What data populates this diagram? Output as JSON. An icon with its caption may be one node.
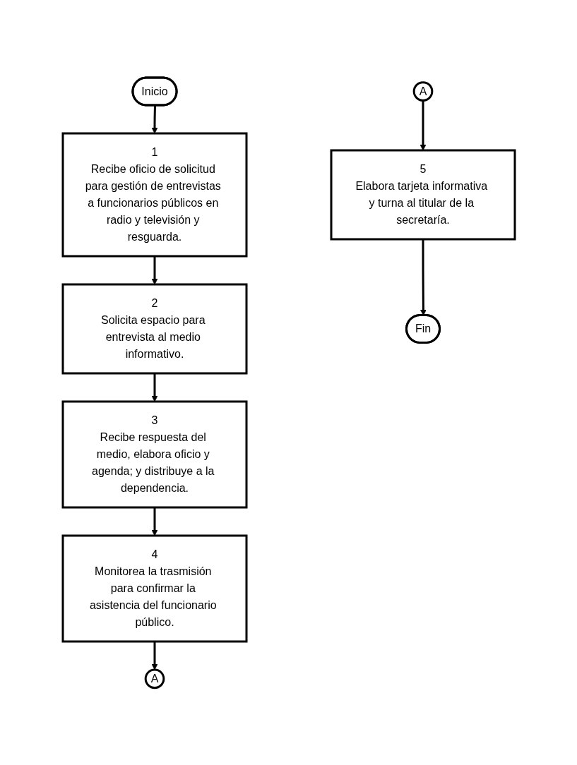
{
  "diagram": {
    "nodes": [
      {
        "text": [
          "Inicio"
        ]
      },
      {
        "text": [
          "1",
          "Recibe oficio de solicitud para gestión de entrevistas a funcionarios públicos en radio y televisión y resguarda."
        ]
      },
      {
        "text": [
          "2",
          "Solicita espacio para entrevista al medio informativo."
        ]
      },
      {
        "text": [
          "3",
          "Recibe respuesta del medio, elabora oficio y agenda; y distribuye a la dependencia."
        ]
      },
      {
        "text": [
          "4",
          "Monitorea la trasmisión para confirmar la asistencia del funcionario público."
        ]
      },
      {
        "text": [
          "A"
        ]
      },
      {
        "text": [
          "A"
        ]
      },
      {
        "text": [
          "5",
          "Elabora tarjeta informativa y turna al titular de la secretaría."
        ]
      },
      {
        "text": [
          "Fin"
        ]
      }
    ],
    "edges": [
      {
        "from": 0,
        "to": 1,
        "arrow": "to"
      },
      {
        "from": 1,
        "to": 2,
        "arrow": "to"
      },
      {
        "from": 2,
        "to": 3,
        "arrow": "to"
      },
      {
        "from": 3,
        "to": 4,
        "arrow": "to"
      },
      {
        "from": 4,
        "to": 5,
        "arrow": "to"
      },
      {
        "from": 6,
        "to": 7,
        "arrow": "to"
      },
      {
        "from": 7,
        "to": 8,
        "arrow": "to"
      }
    ]
  }
}
